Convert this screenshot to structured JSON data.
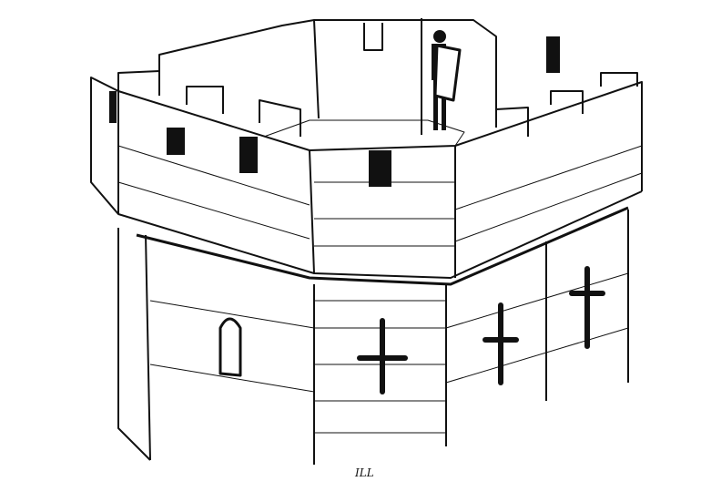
{
  "image": {
    "subject": "Line drawing of a crenellated castle tower with a guard standing on the battlements",
    "colors": {
      "ink": "#111111",
      "paper": "#ffffff"
    },
    "elements": {
      "guard": "Figure holding a spear and shield on the tower top",
      "crenellations": "Merlons around the top parapet",
      "arrow_slits": "Three cross-shaped arrow slits on the lower walls",
      "window": "Arched window on the left wall"
    },
    "signature": "ILL"
  }
}
